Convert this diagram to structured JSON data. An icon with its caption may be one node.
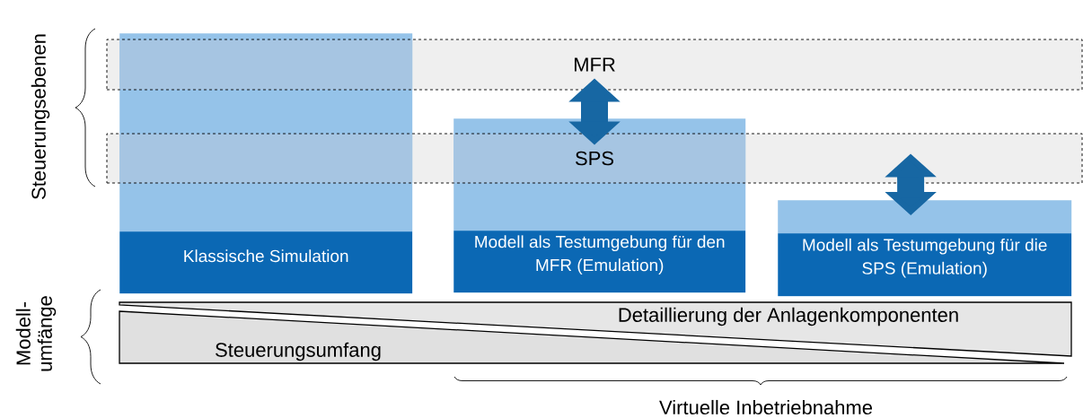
{
  "diagram": {
    "nodes": [
      {
        "text": [
          "MFR"
        ]
      },
      {
        "text": [
          "SPS"
        ]
      },
      {
        "text": [
          "Klassische Simulation"
        ]
      },
      {
        "text": [
          "Modell als Testumgebung für den MFR (Emulation)"
        ]
      },
      {
        "text": [
          "Modell als Testumgebung für die SPS (Emulation)"
        ]
      },
      {
        "text": [
          "Detaillierung der Anlagenkomponenten"
        ]
      },
      {
        "text": [
          "Steuerungsumfang"
        ]
      }
    ],
    "edges": [
      {
        "from": 0,
        "to": 1,
        "arrow": "both"
      },
      {
        "from": 1,
        "to": 4,
        "arrow": "both"
      }
    ],
    "labels": [
      "Steuerungsebenen",
      "Modell- umfänge",
      "Virtuelle Inbetriebnahme"
    ]
  }
}
